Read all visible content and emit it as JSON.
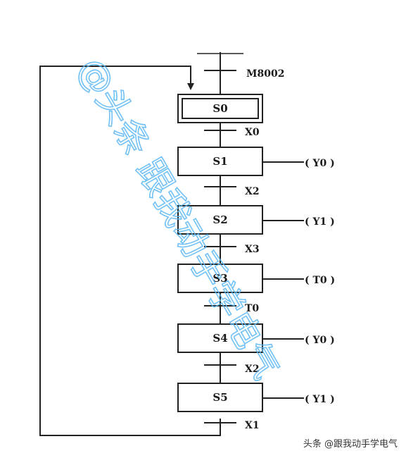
{
  "diagram": {
    "init_contact": "M8002",
    "steps": [
      {
        "id": "S0",
        "in_transition": "M8002",
        "output": "",
        "initial": true
      },
      {
        "id": "S1",
        "in_transition": "X0",
        "output": "( Y0 )"
      },
      {
        "id": "S2",
        "in_transition": "X2",
        "output": "( Y1 )"
      },
      {
        "id": "S3",
        "in_transition": "X3",
        "output": "( T0 )"
      },
      {
        "id": "S4",
        "in_transition": "T0",
        "output": "( Y0 )"
      },
      {
        "id": "S5",
        "in_transition": "X2",
        "output": "( Y1 )"
      }
    ],
    "return_transition": "X1"
  },
  "watermark": {
    "text": "@头条 跟我动手学电气",
    "color": "#59b7f5"
  },
  "footer": {
    "text": "头条 @跟我动手学电气"
  }
}
